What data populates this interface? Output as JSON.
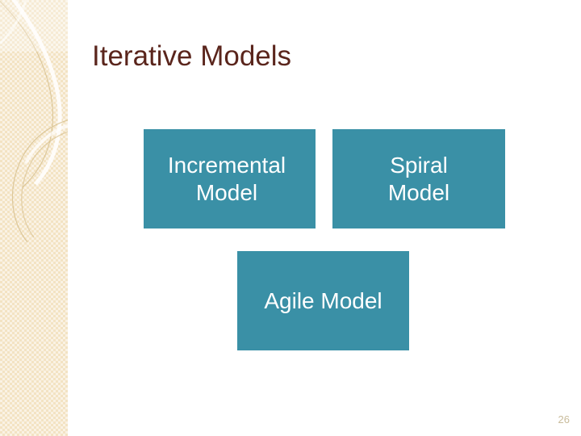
{
  "slide": {
    "title": "Iterative Models",
    "page_number": "26",
    "colors": {
      "title_text": "#5a251c",
      "box_fill": "#3a90a6",
      "box_text": "#ffffff",
      "sidebar_band": "#f3e3c3",
      "page_number_text": "#c9bc9b",
      "background": "#ffffff"
    },
    "boxes": [
      {
        "id": "incremental",
        "label": "Incremental\nModel"
      },
      {
        "id": "spiral",
        "label": "Spiral\nModel"
      },
      {
        "id": "agile",
        "label": "Agile Model"
      }
    ]
  }
}
